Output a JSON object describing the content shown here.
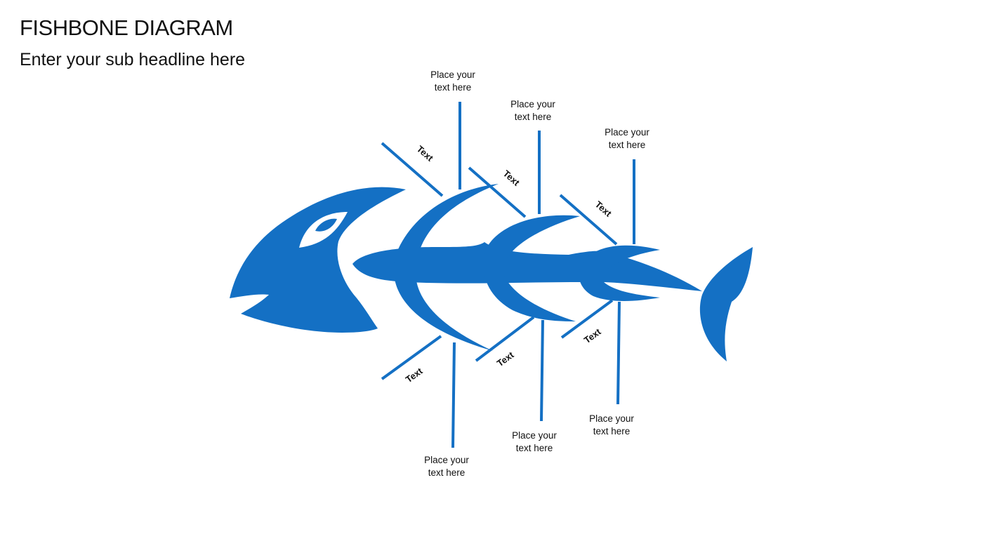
{
  "header": {
    "title": "FISHBONE DIAGRAM",
    "subtitle": "Enter your sub headline here"
  },
  "colors": {
    "fish": "#1470C4",
    "text": "#111111",
    "background": "#FFFFFF"
  },
  "callouts": {
    "top_1": {
      "line1": "Place your",
      "line2": "text here"
    },
    "top_2": {
      "line1": "Place your",
      "line2": "text here"
    },
    "top_3": {
      "line1": "Place your",
      "line2": "text here"
    },
    "bottom_1": {
      "line1": "Place your",
      "line2": "text here"
    },
    "bottom_2": {
      "line1": "Place your",
      "line2": "text here"
    },
    "bottom_3": {
      "line1": "Place your",
      "line2": "text here"
    }
  },
  "rib_labels": {
    "top_1": "Text",
    "top_2": "Text",
    "top_3": "Text",
    "bottom_1": "Text",
    "bottom_2": "Text",
    "bottom_3": "Text"
  }
}
